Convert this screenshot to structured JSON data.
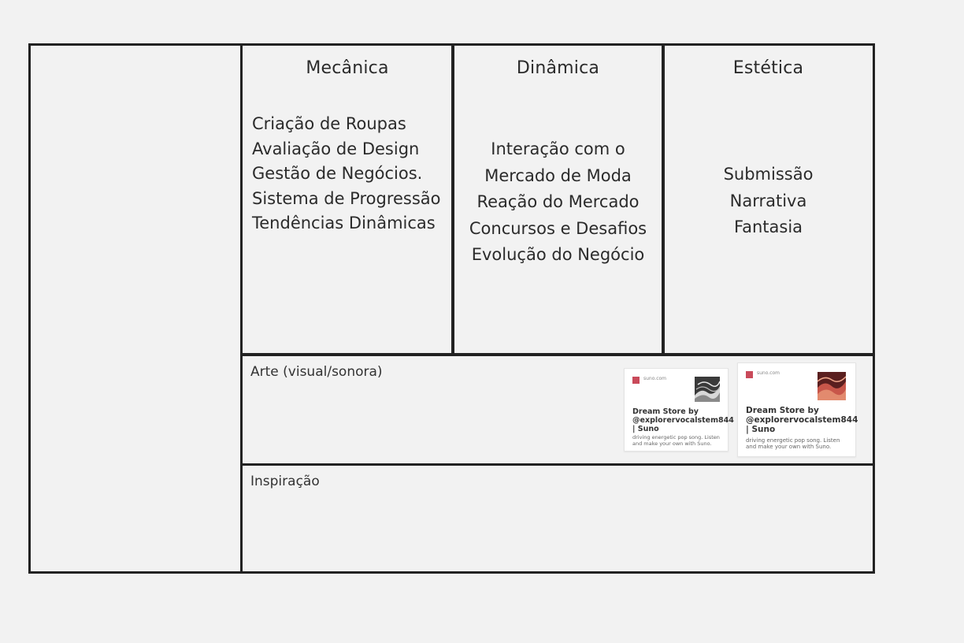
{
  "columns": {
    "mecanica": {
      "title": "Mecânica",
      "items": [
        "Criação de Roupas",
        "Avaliação de Design",
        "Gestão de Negócios.",
        "Sistema de Progressão",
        "Tendências Dinâmicas"
      ]
    },
    "dinamica": {
      "title": "Dinâmica",
      "items": [
        "Interação com o",
        "Mercado de Moda",
        "Reação do Mercado",
        "Concursos e Desafios",
        "Evolução do Negócio"
      ]
    },
    "estetica": {
      "title": "Estética",
      "items": [
        "Submissão",
        "Narrativa",
        "Fantasia"
      ]
    }
  },
  "sections": {
    "arte": "Arte (visual/sonora)",
    "inspiracao": "Inspiração"
  },
  "cards": [
    {
      "site": "suno.com",
      "title": "Dream Store by @explorervocalstem844 | Suno",
      "description": "driving energetic pop song. Listen and make your own with Suno."
    },
    {
      "site": "suno.com",
      "title": "Dream Store by @explorervocalstem844 | Suno",
      "description": "driving energetic pop song. Listen and make your own with Suno."
    }
  ],
  "colors": {
    "background": "#f2f2f2",
    "border": "#222222",
    "favicon": "#c94a5a"
  }
}
